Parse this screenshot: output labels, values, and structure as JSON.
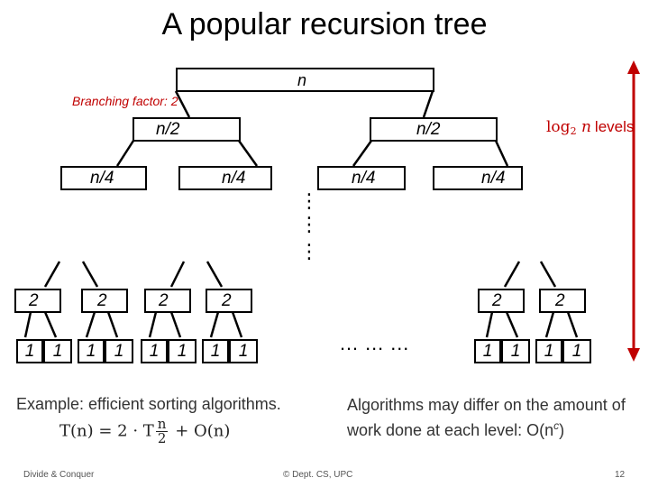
{
  "title": "A popular recursion tree",
  "branching_factor": "Branching factor: 2",
  "levels_label": {
    "log": "log",
    "base": "2",
    "var": "n",
    "word": "levels"
  },
  "tree": {
    "root": "n",
    "level1": [
      "n/2",
      "n/2"
    ],
    "level2": [
      "n/4",
      "n/4",
      "n/4",
      "n/4"
    ],
    "vertical_dots": "⋮",
    "twos": [
      "2",
      "2",
      "2",
      "2",
      "2",
      "2"
    ],
    "ones": [
      "1",
      "1",
      "1",
      "1",
      "1",
      "1",
      "1",
      "1",
      "1",
      "1",
      "1",
      "1"
    ],
    "middle_ellipsis": "… … …"
  },
  "example_text": "Example: efficient sorting algorithms.",
  "formula": {
    "lhs": "T(n) = 2 · T",
    "num": "n",
    "den": "2",
    "rhs": "+ O(n)"
  },
  "algorithms_text": "Algorithms may differ on the amount of work done at each level: O(n",
  "algorithms_exp": "c",
  "algorithms_close": ")",
  "footer": {
    "left": "Divide & Conquer",
    "center": "© Dept. CS, UPC",
    "page": "12"
  },
  "colors": {
    "accent": "#c00000",
    "line": "#000000"
  }
}
